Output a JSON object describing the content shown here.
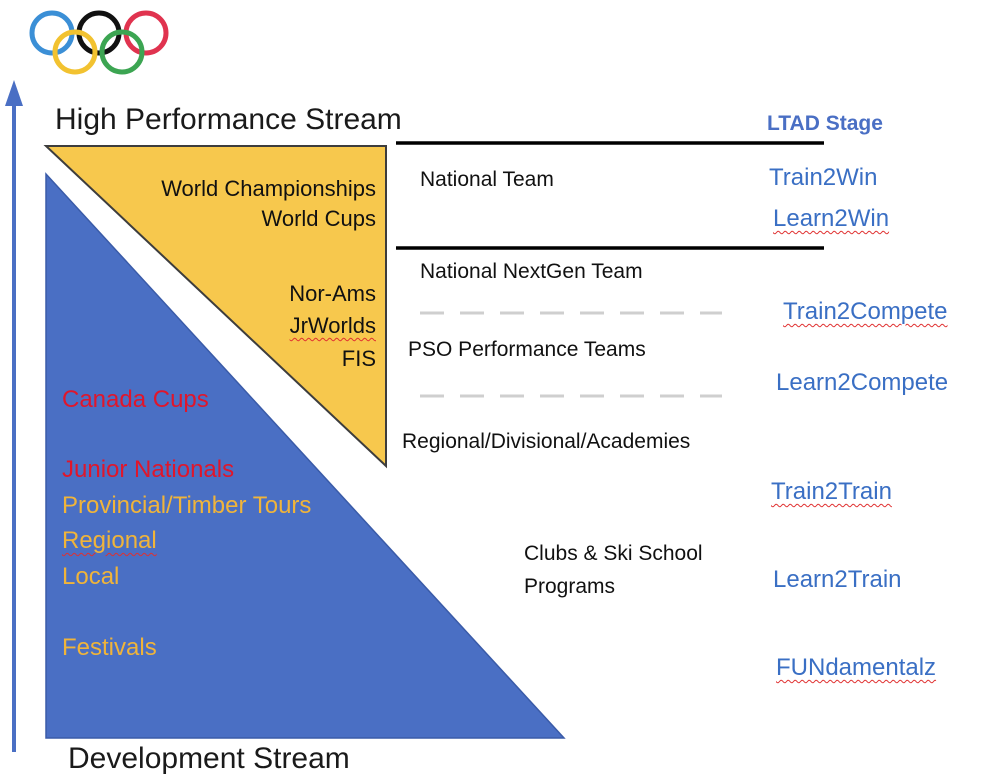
{
  "titles": {
    "high_performance": "High Performance Stream",
    "development": "Development Stream",
    "ltad_header": "LTAD Stage"
  },
  "yellow_triangle": {
    "world_championships": "World Championships",
    "world_cups": "World Cups",
    "nor_ams": "Nor-Ams",
    "jr_worlds": "JrWorlds",
    "fis": "FIS"
  },
  "blue_triangle": {
    "canada_cups": "Canada Cups",
    "junior_nationals": "Junior Nationals",
    "provincial": "Provincial/Timber Tours",
    "regional": "Regional",
    "local": "Local",
    "festivals": "Festivals"
  },
  "programs": {
    "national_team": "National Team",
    "nextgen": "National NextGen Team",
    "pso": "PSO Performance Teams",
    "regional": "Regional/Divisional/Academies",
    "clubs_line1": "Clubs & Ski School",
    "clubs_line2": "Programs"
  },
  "stages": {
    "train2win": "Train2Win",
    "learn2win": "Learn2Win",
    "train2compete": "Train2Compete",
    "learn2compete": "Learn2Compete",
    "train2train": "Train2Train",
    "learn2train": "Learn2Train",
    "fundamentalz": "FUNdamentalz"
  },
  "colors": {
    "blue_triangle": "#4a6fc4",
    "yellow_triangle": "#f7c84d",
    "arrow": "#4a6fc4",
    "stage_text": "#3a6fc4",
    "red_text": "#e0162b",
    "gold_text": "#f0b43a",
    "ring_blue": "#3b8fd6",
    "ring_black": "#111111",
    "ring_red": "#e0334f",
    "ring_yellow": "#f2c230",
    "ring_green": "#3ca552"
  },
  "icons": {
    "logo": "olympic-rings-icon",
    "arrow": "up-arrow-icon"
  }
}
